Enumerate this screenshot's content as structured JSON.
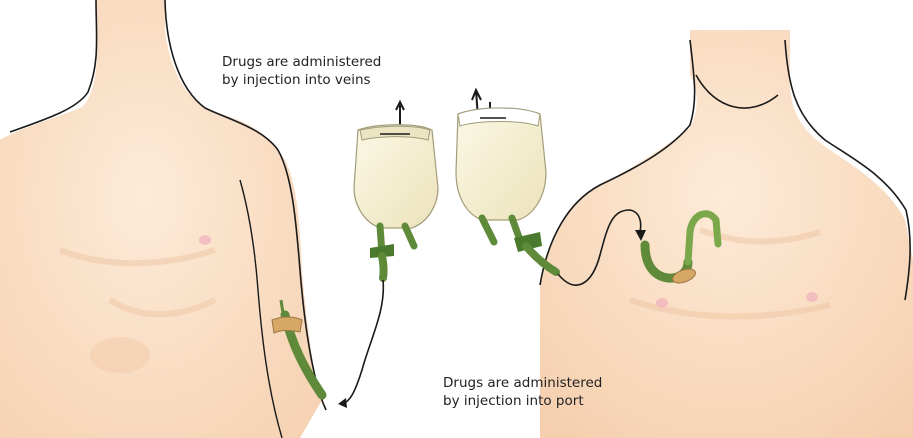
{
  "captions": {
    "veins": {
      "line1": "Drugs are administered",
      "line2": "by injection into veins"
    },
    "port": {
      "line1": "Drugs are administered",
      "line2": "by injection into port"
    }
  },
  "colors": {
    "skin": "#fbe3cc",
    "skin_shadow": "#f3cfb1",
    "outline": "#1a1a1a",
    "tube": "#5f8a3a",
    "tube_dark": "#3f6a25",
    "bag": "#f7f2d6",
    "bag_dark": "#e7dfb6",
    "clamp": "#d7a865",
    "nipple": "#f2b9bd"
  }
}
